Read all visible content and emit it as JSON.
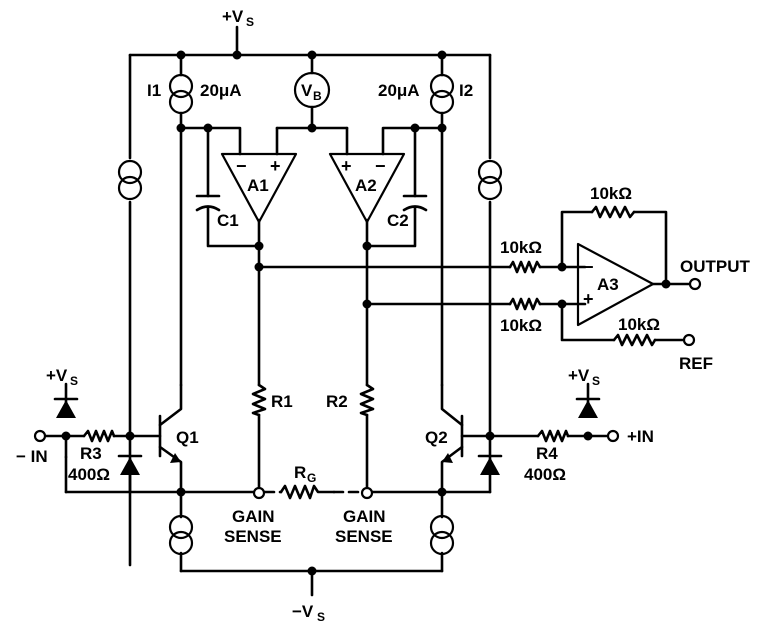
{
  "supply": {
    "pos": "+V",
    "pos_sub": "S",
    "neg": "−V",
    "neg_sub": "S"
  },
  "sources": {
    "i1_name": "I1",
    "i1_value": "20μA",
    "i2_name": "I2",
    "i2_value": "20μA",
    "vb_main": "V",
    "vb_sub": "B"
  },
  "amps": {
    "a1": "A1",
    "a2": "A2",
    "a3": "A3",
    "minus": "−",
    "plus": "+"
  },
  "caps": {
    "c1": "C1",
    "c2": "C2"
  },
  "resistors": {
    "r1": "R1",
    "r2": "R2",
    "r3_name": "R3",
    "r3_value": "400Ω",
    "r4_name": "R4",
    "r4_value": "400Ω",
    "rg_main": "R",
    "rg_sub": "G",
    "a3_feedback": "10kΩ",
    "a3_in_top": "10kΩ",
    "a3_in_bottom": "10kΩ",
    "a3_ref": "10kΩ"
  },
  "transistors": {
    "q1": "Q1",
    "q2": "Q2"
  },
  "pins": {
    "in_neg": "− IN",
    "in_pos": "+IN",
    "output": "OUTPUT",
    "ref": "REF",
    "gain_left_1": "GAIN",
    "gain_left_2": "SENSE",
    "gain_right_1": "GAIN",
    "gain_right_2": "SENSE"
  },
  "diode_rails": {
    "left": "+V",
    "left_sub": "S",
    "right": "+V",
    "right_sub": "S"
  }
}
